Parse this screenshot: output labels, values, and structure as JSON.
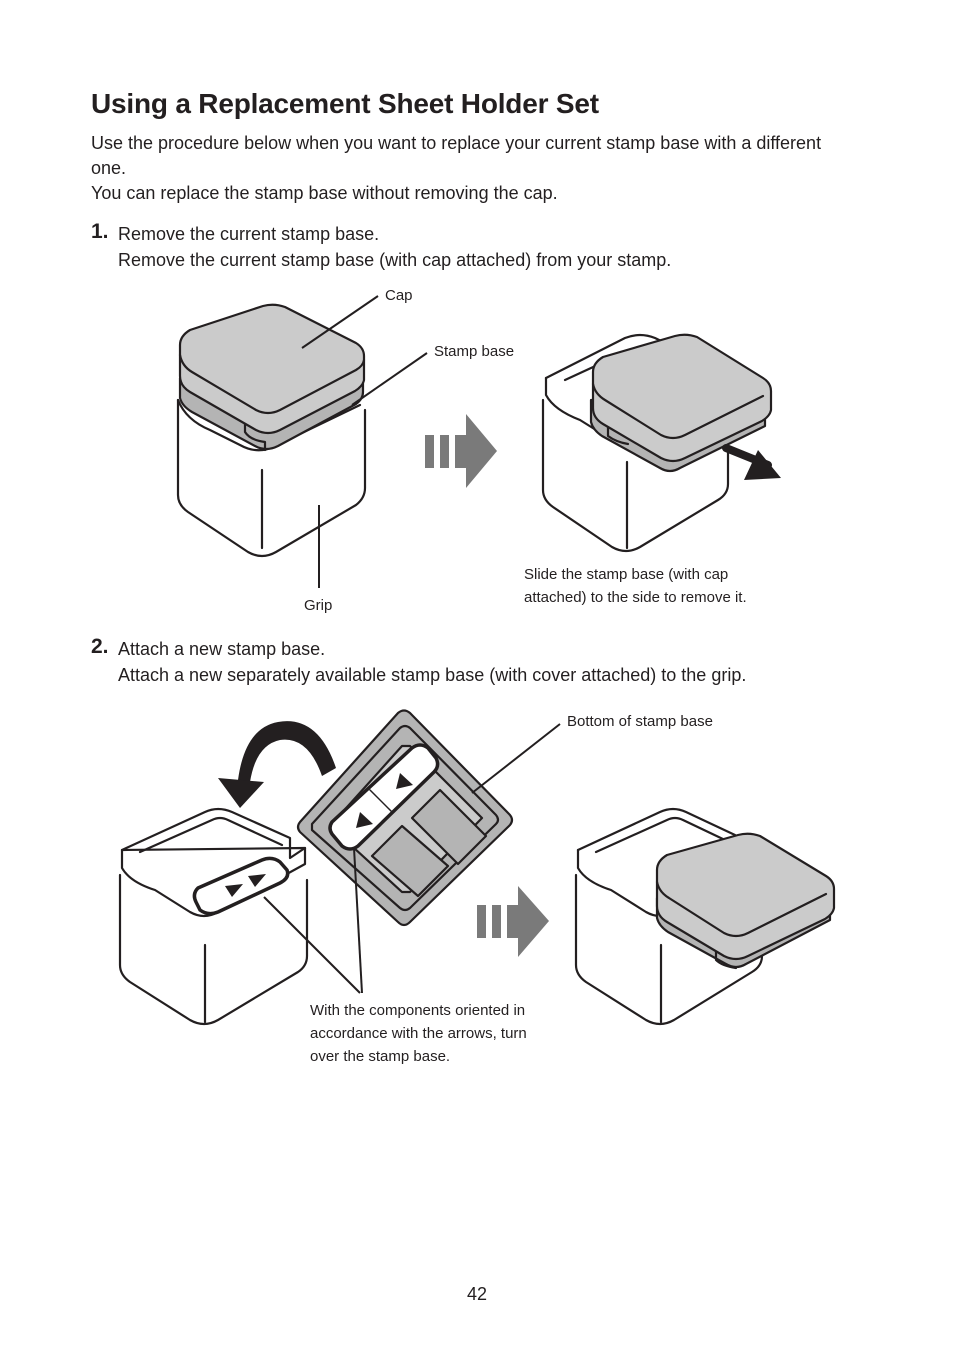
{
  "page": {
    "title": "Using a Replacement Sheet Holder Set",
    "intro": [
      "Use the procedure below when you want to replace your current stamp base with a different one.",
      "You can replace the stamp base without removing the cap."
    ],
    "page_number": "42"
  },
  "steps": [
    {
      "number": "1.",
      "heading": "Remove the current stamp base.",
      "detail": "Remove the current stamp base (with cap attached) from your stamp."
    },
    {
      "number": "2.",
      "heading": "Attach a new stamp base.",
      "detail": "Attach a new separately available stamp base (with cover attached) to the grip."
    }
  ],
  "figure1": {
    "callouts": {
      "cap": "Cap",
      "stamp_base": "Stamp base",
      "grip": "Grip",
      "slide_note": [
        "Slide the stamp base (with cap",
        "attached) to the side to remove it."
      ]
    }
  },
  "figure2": {
    "callouts": {
      "bottom": "Bottom of stamp base",
      "orient_note": [
        "With the components oriented in",
        "accordance with the arrows, turn",
        "over the stamp base."
      ]
    }
  },
  "colors": {
    "text": "#231f20",
    "cap_fill": "#cbcbcb",
    "base_fill": "#b4b4b4",
    "arrow_fill": "#7a7a7a"
  }
}
